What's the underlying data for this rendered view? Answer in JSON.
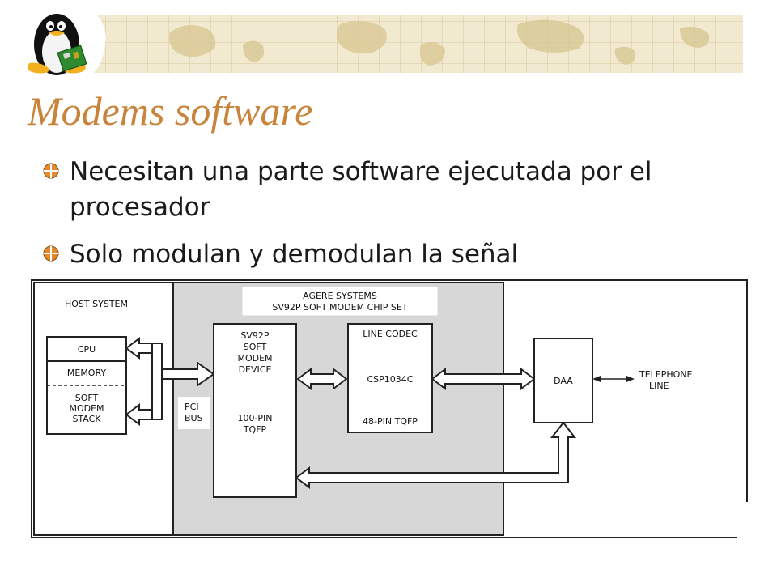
{
  "slide": {
    "title": "Modems software",
    "bullets": [
      "Necesitan una parte software ejecutada por el procesador",
      "Solo modulan y demodulan la señal"
    ]
  },
  "diagram": {
    "host_system_label": "HOST SYSTEM",
    "chip_set_label": [
      "AGERE SYSTEMS",
      "SV92P SOFT MODEM CHIP SET"
    ],
    "host_blocks": {
      "cpu": "CPU",
      "memory": "MEMORY",
      "stack": [
        "SOFT",
        "MODEM",
        "STACK"
      ]
    },
    "pci_bus": [
      "PCI",
      "BUS"
    ],
    "soft_modem_device": {
      "top": [
        "SV92P",
        "SOFT",
        "MODEM",
        "DEVICE"
      ],
      "bottom": [
        "100-PIN",
        "TQFP"
      ]
    },
    "line_codec": {
      "title": "LINE CODEC",
      "part": "CSP1034C",
      "package": "48-PIN TQFP"
    },
    "daa": "DAA",
    "telephone_line": [
      "TELEPHONE",
      "LINE"
    ]
  },
  "colors": {
    "title": "#c8843a",
    "chip_set_background": "#d7d7d7",
    "banner_background": "#f2ead0"
  }
}
